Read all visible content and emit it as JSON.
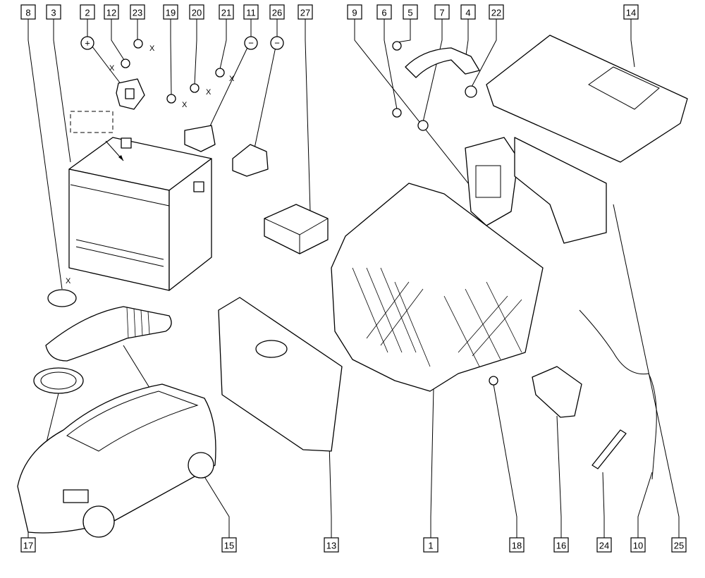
{
  "diagram": {
    "top_labels": [
      "8",
      "3",
      "2",
      "12",
      "23",
      "19",
      "20",
      "21",
      "11",
      "26",
      "27",
      "9",
      "6",
      "5",
      "7",
      "4",
      "22",
      "14"
    ],
    "bottom_labels": [
      "17",
      "15",
      "13",
      "1",
      "18",
      "16",
      "24",
      "10",
      "25"
    ],
    "dimension_mark": "X",
    "polarity": {
      "positive": "+",
      "negative": "−"
    }
  }
}
